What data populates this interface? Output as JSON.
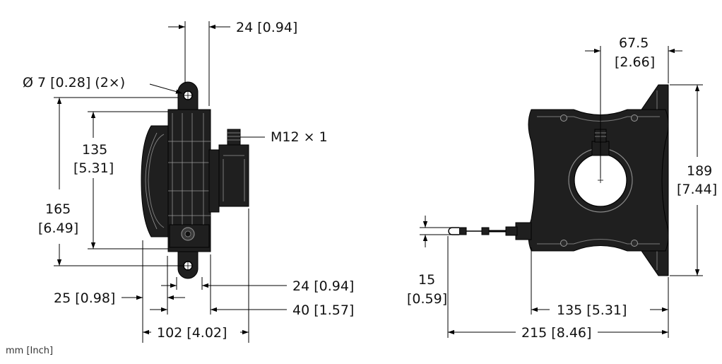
{
  "side_view": {
    "dim_top_width": "24 [0.94]",
    "dim_hole": "Ø 7 [0.28] (2×)",
    "dim_connector": "M12 × 1",
    "dim_inner_height": [
      "135",
      "[5.31]"
    ],
    "dim_outer_height": [
      "165",
      "[6.49]"
    ],
    "dim_bottom_left": "25 [0.98]",
    "dim_bottom_right_24": "24 [0.94]",
    "dim_bottom_right_40": "40 [1.57]",
    "dim_total_width": "102 [4.02]"
  },
  "front_view": {
    "dim_offset": [
      "67.5",
      "[2.66]"
    ],
    "dim_height": [
      "189",
      "[7.44]"
    ],
    "dim_cable": [
      "15",
      "[0.59]"
    ],
    "dim_body_width": "135 [5.31]",
    "dim_total_width": "215 [8.46]"
  },
  "units_note": "mm [Inch]"
}
